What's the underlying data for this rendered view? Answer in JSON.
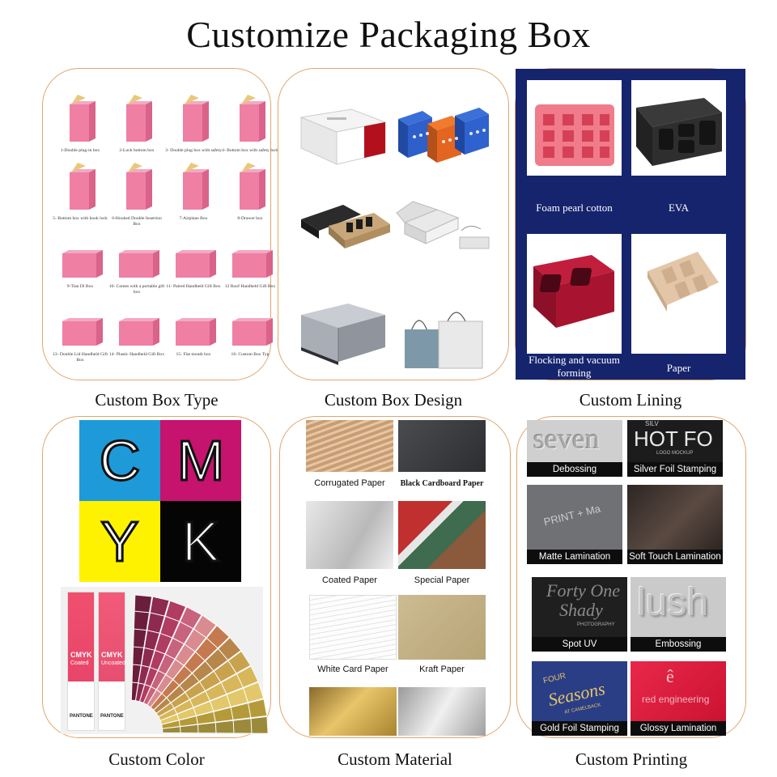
{
  "title": "Customize Packaging Box",
  "sections": {
    "box_type": {
      "caption": "Custom Box Type",
      "items": [
        "1-Double plug-in box",
        "2-Lock bottom box",
        "3- Double plug box with safety",
        "4- Bottom box with safety lock",
        "5- Bottom box with hook lock",
        "6-Hooked Double Insertion Box",
        "7-Airplane Box",
        "8-Drawer box",
        "9-Tian Di Box",
        "10- Comes with a portable gift box",
        "11- Paired Handheld Gift Box",
        "12 Roof Handheld Gift Box",
        "13- Double Lid Handheld Gift Box",
        "14- Plastic Handheld Gift Box",
        "15- Flat mouth box",
        "16- Custom Box Typ"
      ]
    },
    "box_design": {
      "caption": "Custom Box Design"
    },
    "lining": {
      "caption": "Custom Lining",
      "items": [
        "Foam pearl cotton",
        "EVA",
        "Flocking and vacuum forming",
        "Paper"
      ]
    },
    "color": {
      "caption": "Custom Color",
      "cmyk": [
        "C",
        "M",
        "Y",
        "K"
      ],
      "guide_title": "CMYK",
      "guide_left": "Coated",
      "guide_right": "Uncoated",
      "guide_brand": "PANTONE"
    },
    "material": {
      "caption": "Custom Material",
      "items": [
        "Corrugated Paper",
        "Black Cardboard Paper",
        "Coated Paper",
        "Special Paper",
        "White Card Paper",
        "Kraft Paper"
      ]
    },
    "printing": {
      "caption": "Custom Printing",
      "items": [
        "Debossing",
        "Silver Foil Stamping",
        "Matte Lamination",
        "Soft Touch Lamination",
        "Spot UV",
        "Embossing",
        "Gold Foil Stamping",
        "Glossy Lamination"
      ],
      "art": {
        "debossing": "seven",
        "silver_small": "SILV",
        "silver": "HOT FO",
        "silver_sub": "LOGO MOCKUP",
        "matte": "PRINT + Ma",
        "spot_uv_1": "Forty One",
        "spot_uv_2": "Shady",
        "spot_uv_3": "PHOTOGRAPHY",
        "embossing": "lush",
        "gold_1": "FOUR",
        "gold_2": "Seasons",
        "gold_3": "AT CAMELBACK",
        "glossy": "red engineering"
      }
    }
  },
  "colors": {
    "card_border": "#e2a46c",
    "lining_bg": "#16246e",
    "cyan": "#1e9ad8",
    "magenta": "#c5136e",
    "yellow": "#fff200",
    "black": "#050505",
    "box_pink": "#ef7fa3"
  }
}
